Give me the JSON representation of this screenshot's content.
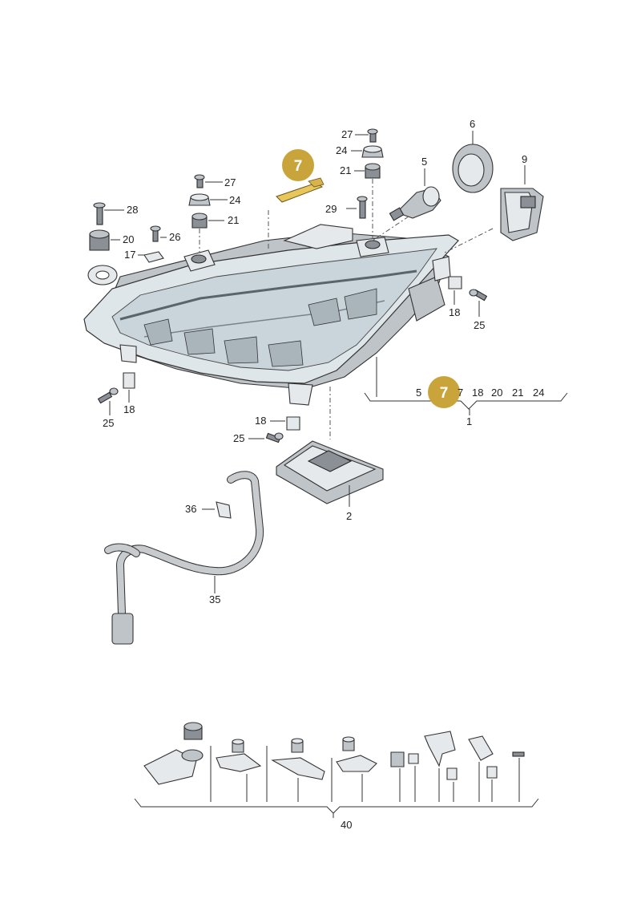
{
  "highlight": {
    "label": "7",
    "badge_color": "#c9a43a",
    "part_color": "#e8c65a"
  },
  "callouts": {
    "c27a": "27",
    "c24a": "24",
    "c21a": "21",
    "c27b": "27",
    "c24b": "24",
    "c21b": "21",
    "c28": "28",
    "c20": "20",
    "c26": "26",
    "c17": "17",
    "c29": "29",
    "c5": "5",
    "c6": "6",
    "c9": "9",
    "c18a": "18",
    "c25a": "25",
    "c18b": "18",
    "c25b": "25",
    "c18c": "18",
    "c25c": "25",
    "c2": "2",
    "c36": "36",
    "c35": "35",
    "c40": "40",
    "c1": "1"
  },
  "assembly_1_members": [
    "5",
    "7",
    "18",
    "20",
    "21",
    "24"
  ],
  "icons": {
    "headlight": "headlight-housing-icon",
    "control_unit": "led-control-unit-icon",
    "hose": "vent-hose-icon",
    "repair_kit": "repair-bracket-kit-icon"
  }
}
